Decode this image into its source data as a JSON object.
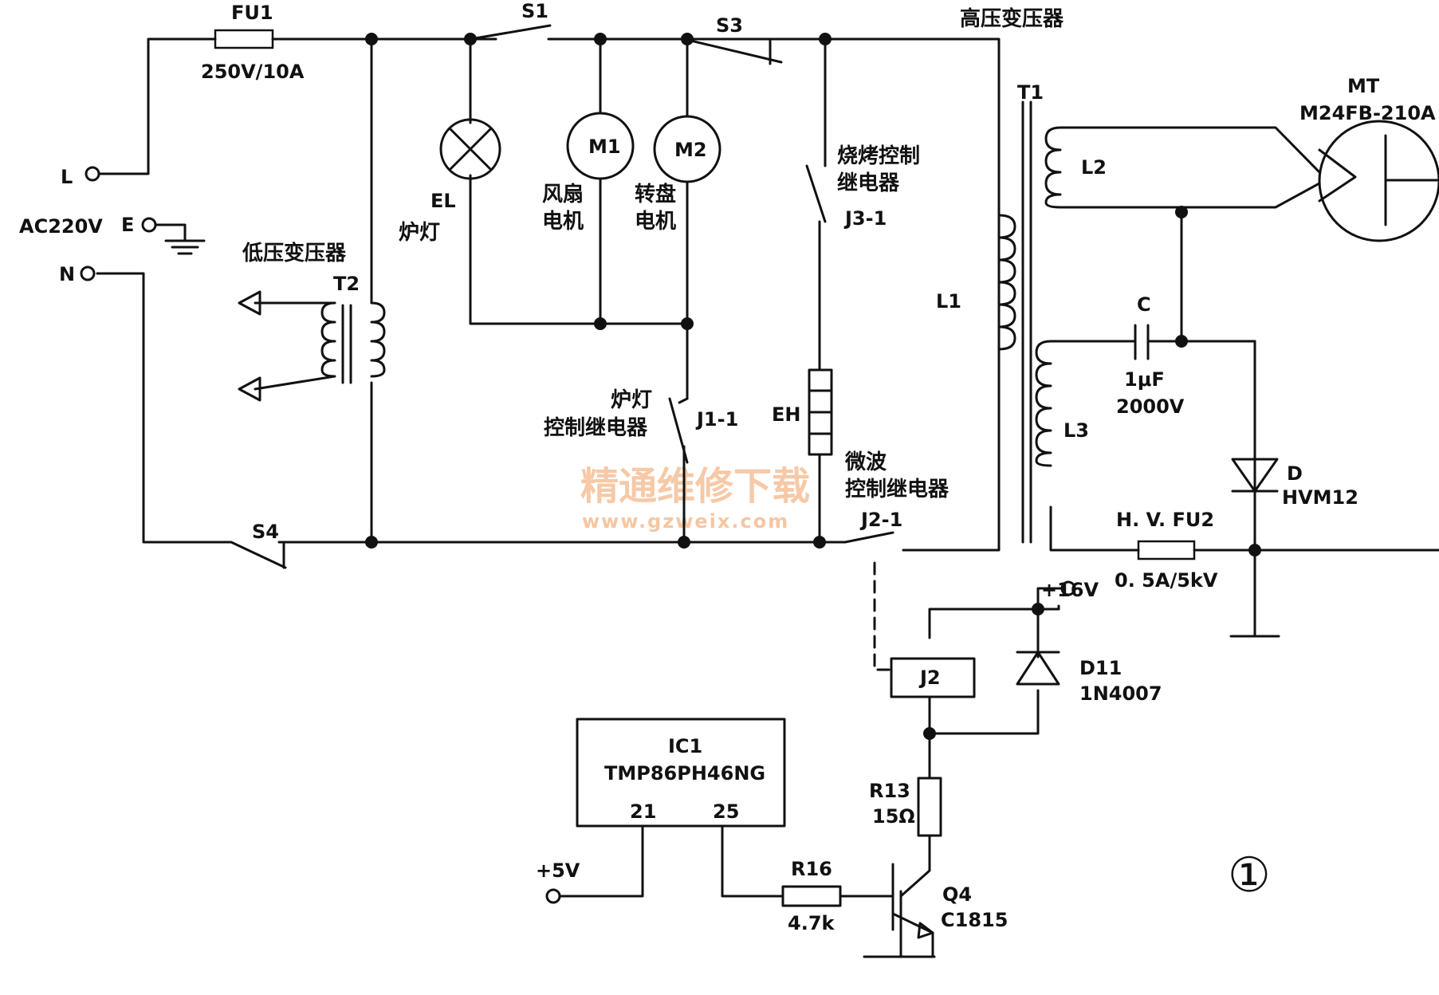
{
  "labels": {
    "fu1": "FU1",
    "fu1_rating": "250V/10A",
    "s1": "S1",
    "s3": "S3",
    "s4": "S4",
    "hv_transformer": "高压变压器",
    "t1": "T1",
    "mt": "MT",
    "mt_model": "M24FB-210A",
    "l": "L",
    "e": "E",
    "n": "N",
    "ac": "AC220V",
    "lv_transformer": "低压变压器",
    "t2": "T2",
    "el": "EL",
    "el_cn": "炉灯",
    "m1": "M1",
    "m2": "M2",
    "fan_motor_1": "风扇",
    "fan_motor_2": "电机",
    "turntable_1": "转盘",
    "turntable_2": "电机",
    "grill_relay_1": "烧烤控制",
    "grill_relay_2": "继电器",
    "j3": "J3-1",
    "l1": "L1",
    "l2": "L2",
    "l3": "L3",
    "c": "C",
    "c_value": "1μF",
    "c_voltage": "2000V",
    "lamp_relay_1": "炉灯",
    "lamp_relay_2": "控制继电器",
    "j1": "J1-1",
    "eh": "EH",
    "mw_relay_1": "微波",
    "mw_relay_2": "控制继电器",
    "j2_1": "J2-1",
    "d": "D",
    "d_model": "HVM12",
    "hv_fu2": "H. V. FU2",
    "hv_fu2_rating": "0. 5A/5kV",
    "v16": "+16V",
    "j2": "J2",
    "d11": "D11",
    "d11_model": "1N4007",
    "ic1": "IC1",
    "ic1_model": "TMP86PH46NG",
    "pin21": "21",
    "pin25": "25",
    "r13": "R13",
    "r13_value": "15Ω",
    "v5": "+5V",
    "r16": "R16",
    "r16_value": "4.7k",
    "q4": "Q4",
    "q4_model": "C1815",
    "fig": "①"
  },
  "watermark": {
    "title": "精通维修下载",
    "url": "www.gzweix.com"
  }
}
